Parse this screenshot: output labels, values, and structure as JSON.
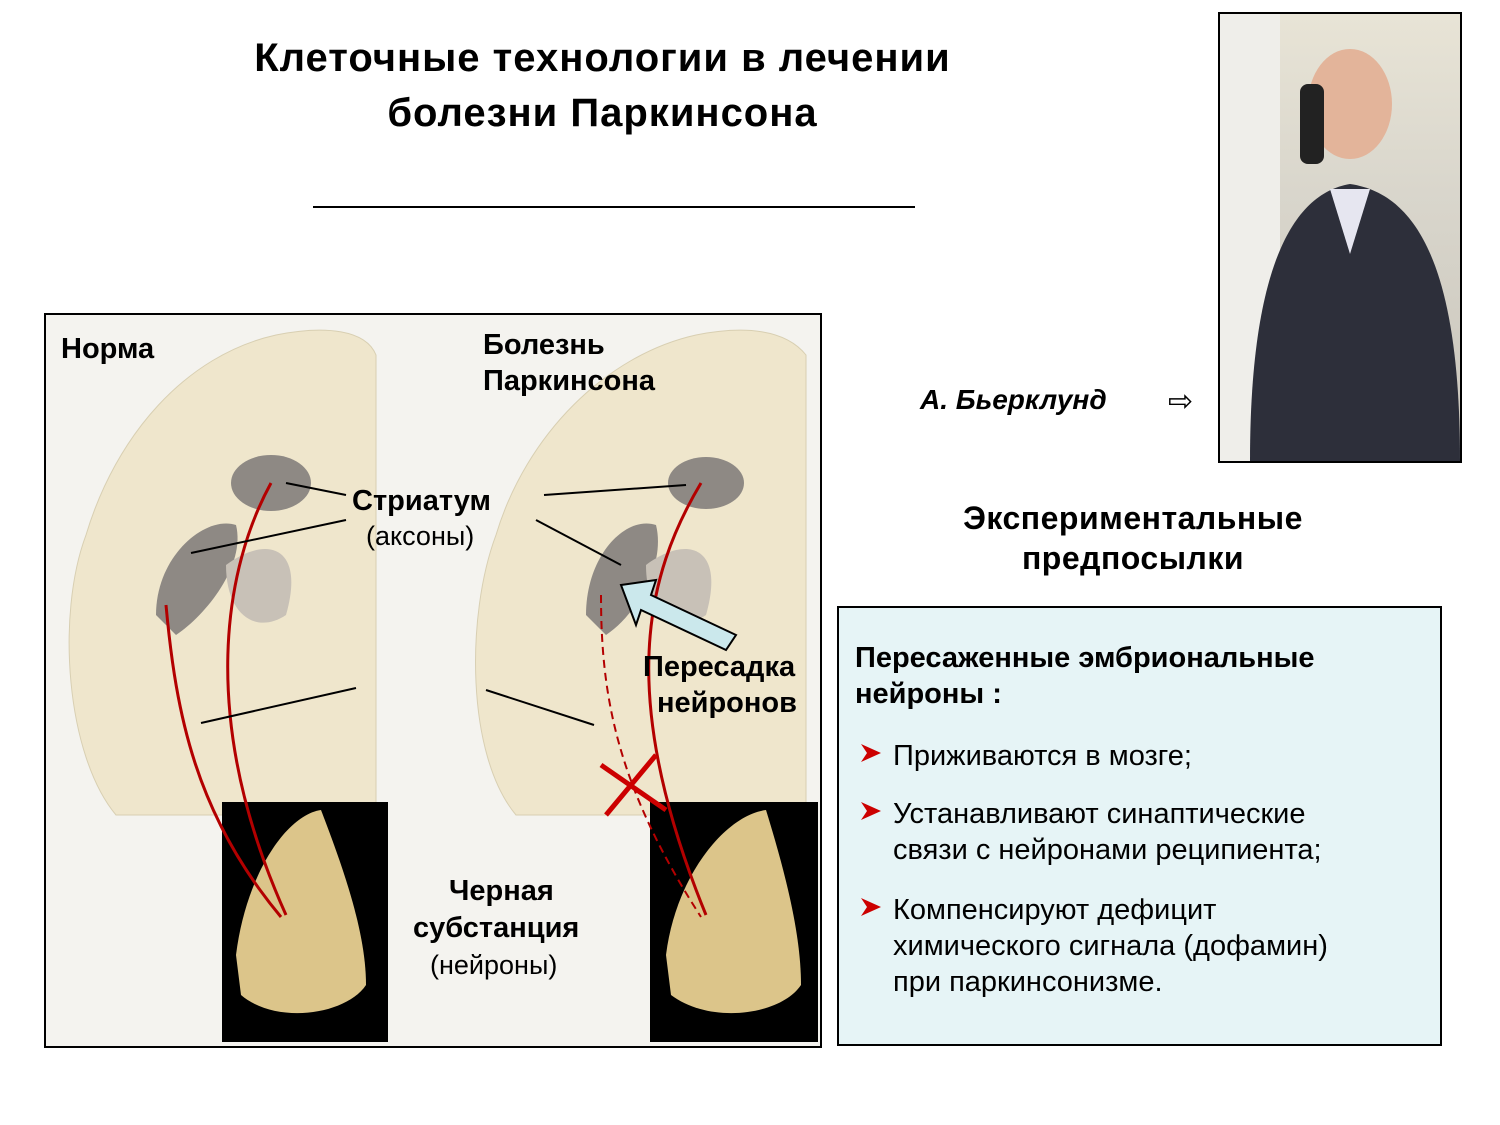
{
  "title": {
    "line1": "Клеточные  технологии  в  лечении",
    "line2": "болезни  Паркинсона"
  },
  "diagram": {
    "label_normal": "Норма",
    "label_disease_1": "Болезнь",
    "label_disease_2": "Паркинсона",
    "label_striatum": "Стриатум",
    "label_axons": "(аксоны)",
    "label_transplant_1": "Пересадка",
    "label_transplant_2": "нейронов",
    "label_substantia_1": "Черная",
    "label_substantia_2": "субстанция",
    "label_neurons": "(нейроны)"
  },
  "author": {
    "name": "А. Бьерклунд",
    "arrow": "⇨"
  },
  "section_title": {
    "line1": "Экспериментальные",
    "line2": "предпосылки"
  },
  "infobox": {
    "heading_1": "Пересаженные эмбриональные",
    "heading_2": "нейроны :",
    "bullets": [
      {
        "line1": "Приживаются в мозге;"
      },
      {
        "line1": "Устанавливают синаптические",
        "line2": "связи с нейронами реципиента;"
      },
      {
        "line1": "Компенсируют дефицит",
        "line2": "химического сигнала (дофамин)",
        "line3": "при паркинсонизме."
      }
    ],
    "bullet_color": "#cc0000"
  }
}
